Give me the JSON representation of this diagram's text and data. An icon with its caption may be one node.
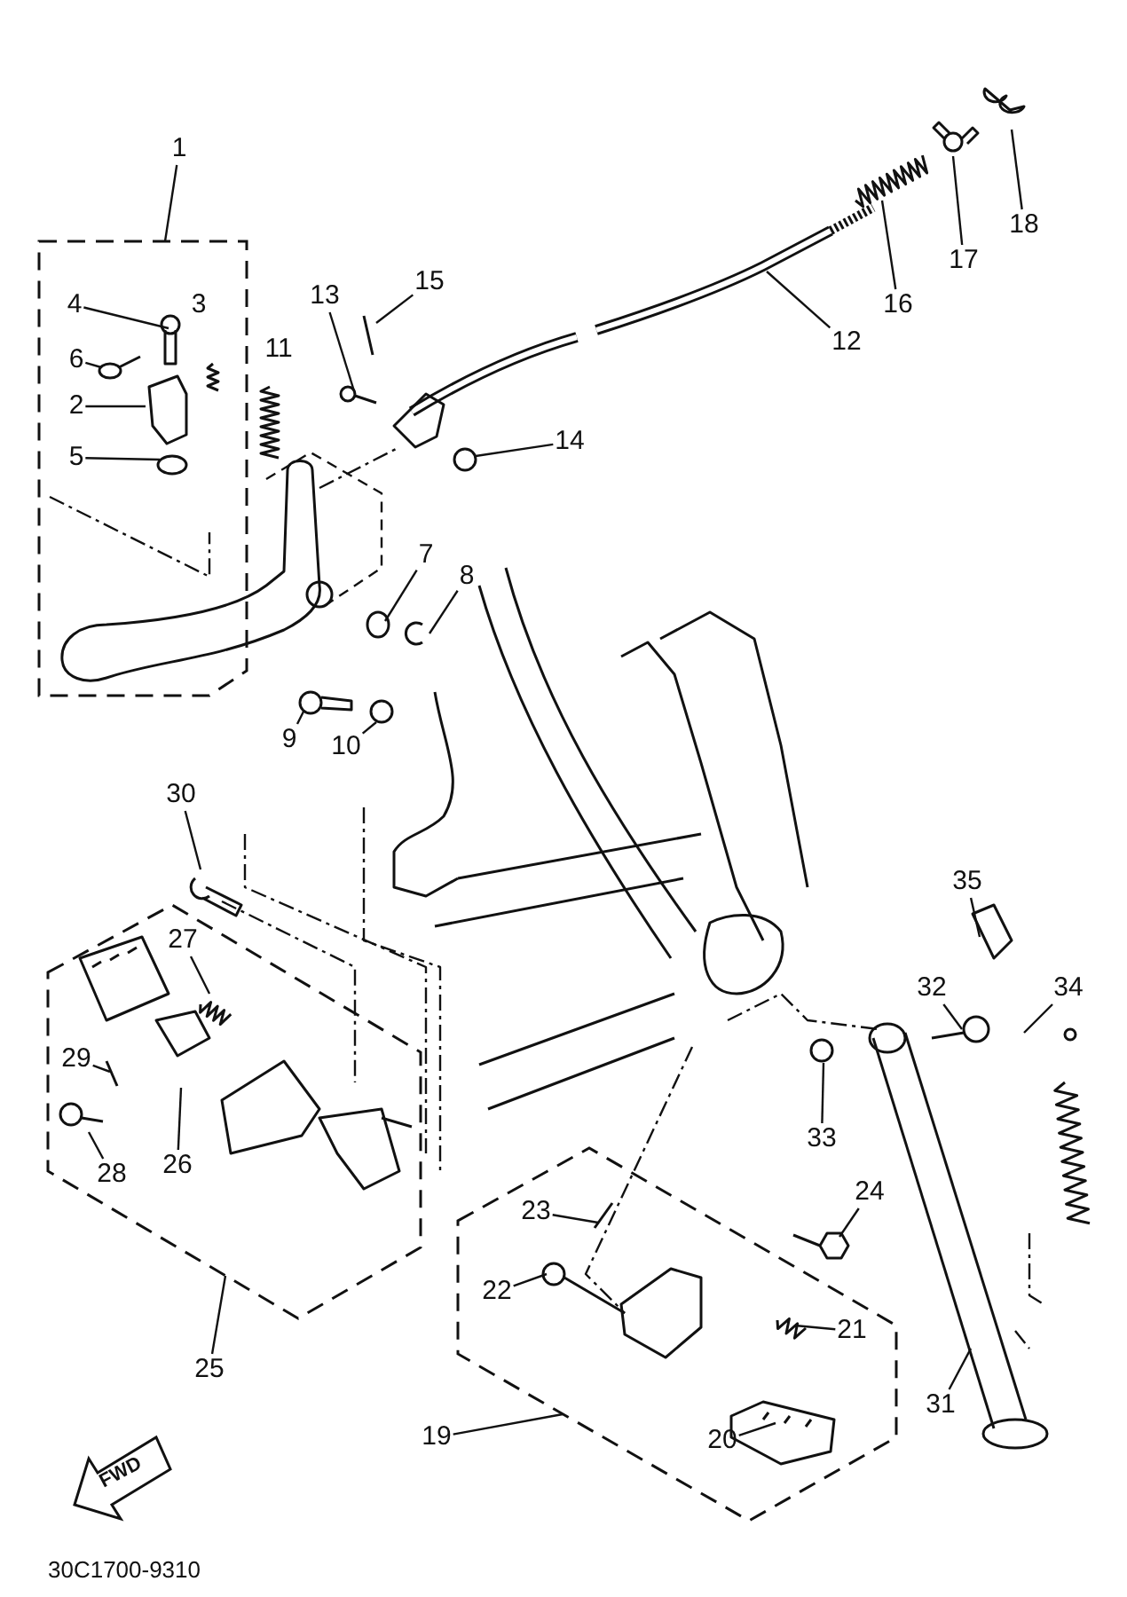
{
  "diagram": {
    "nodes": [
      {
        "text": [
          "1"
        ]
      },
      {
        "text": [],
        "shape": "box"
      },
      {
        "text": [
          "4"
        ],
        "in": 1
      },
      {
        "text": [
          "6"
        ],
        "in": 1
      },
      {
        "text": [
          "2"
        ],
        "in": 1
      },
      {
        "text": [
          "5"
        ],
        "in": 1
      },
      {
        "text": [
          "18"
        ]
      },
      {
        "text": [
          "17"
        ]
      },
      {
        "text": [
          "16"
        ]
      },
      {
        "text": [
          "12"
        ]
      },
      {
        "text": [
          "15"
        ]
      },
      {
        "text": [
          "13"
        ]
      },
      {
        "text": [
          "14"
        ]
      },
      {
        "text": [
          "7"
        ]
      },
      {
        "text": [
          "8"
        ]
      },
      {
        "text": [
          "9"
        ]
      },
      {
        "text": [
          "10"
        ]
      },
      {
        "text": [
          "30"
        ]
      },
      {
        "text": [
          "35"
        ]
      },
      {
        "text": [
          "32"
        ]
      },
      {
        "text": [
          "34"
        ]
      },
      {
        "text": [
          "33"
        ]
      },
      {
        "text": [],
        "shape": "box"
      },
      {
        "text": [
          "27"
        ],
        "in": 22
      },
      {
        "text": [
          "29"
        ],
        "in": 22
      },
      {
        "text": [
          "28"
        ],
        "in": 22
      },
      {
        "text": [
          "26"
        ],
        "in": 22
      },
      {
        "text": [
          "24"
        ]
      },
      {
        "text": [],
        "shape": "box"
      },
      {
        "text": [
          "23"
        ],
        "in": 28
      },
      {
        "text": [
          "22"
        ],
        "in": 28
      },
      {
        "text": [
          "21"
        ],
        "in": 28
      },
      {
        "text": [
          "20"
        ],
        "in": 28
      },
      {
        "text": [
          "25"
        ]
      },
      {
        "text": [
          "31"
        ]
      },
      {
        "text": [
          "19"
        ]
      }
    ],
    "edges": [
      {
        "from": 0,
        "to": 1,
        "arrow": "none"
      },
      {
        "from": 2,
        "to": null,
        "arrow": "none"
      },
      {
        "from": 3,
        "to": null,
        "arrow": "none"
      },
      {
        "from": 4,
        "to": null,
        "arrow": "none"
      },
      {
        "from": 5,
        "to": null,
        "arrow": "none"
      },
      {
        "from": 6,
        "to": null,
        "arrow": "none"
      },
      {
        "from": 7,
        "to": null,
        "arrow": "none"
      },
      {
        "from": 8,
        "to": null,
        "arrow": "none"
      },
      {
        "from": 9,
        "to": null,
        "arrow": "none"
      },
      {
        "from": 10,
        "to": null,
        "arrow": "none"
      },
      {
        "from": 11,
        "to": null,
        "arrow": "none"
      },
      {
        "from": 12,
        "to": null,
        "arrow": "none"
      },
      {
        "from": 13,
        "to": null,
        "arrow": "none"
      },
      {
        "from": 14,
        "to": null,
        "arrow": "none"
      },
      {
        "from": 15,
        "to": null,
        "arrow": "none"
      },
      {
        "from": 16,
        "to": null,
        "arrow": "none"
      },
      {
        "from": 17,
        "to": null,
        "arrow": "none"
      },
      {
        "from": 18,
        "to": null,
        "arrow": "none"
      },
      {
        "from": 19,
        "to": null,
        "arrow": "none"
      },
      {
        "from": 20,
        "to": null,
        "arrow": "none"
      },
      {
        "from": 21,
        "to": null,
        "arrow": "none"
      },
      {
        "from": 23,
        "to": null,
        "arrow": "none"
      },
      {
        "from": 24,
        "to": null,
        "arrow": "none"
      },
      {
        "from": 25,
        "to": null,
        "arrow": "none"
      },
      {
        "from": 26,
        "to": null,
        "arrow": "none"
      },
      {
        "from": 27,
        "to": null,
        "arrow": "none"
      },
      {
        "from": 29,
        "to": null,
        "arrow": "none"
      },
      {
        "from": 30,
        "to": null,
        "arrow": "none"
      },
      {
        "from": 31,
        "to": null,
        "arrow": "none"
      },
      {
        "from": 32,
        "to": null,
        "arrow": "none"
      },
      {
        "from": 33,
        "to": 22,
        "arrow": "none"
      },
      {
        "from": 34,
        "to": null,
        "arrow": "none"
      },
      {
        "from": 35,
        "to": 28,
        "arrow": "none"
      }
    ],
    "labels": [
      "3",
      "11",
      "FWD",
      "30C1700-9310"
    ]
  }
}
